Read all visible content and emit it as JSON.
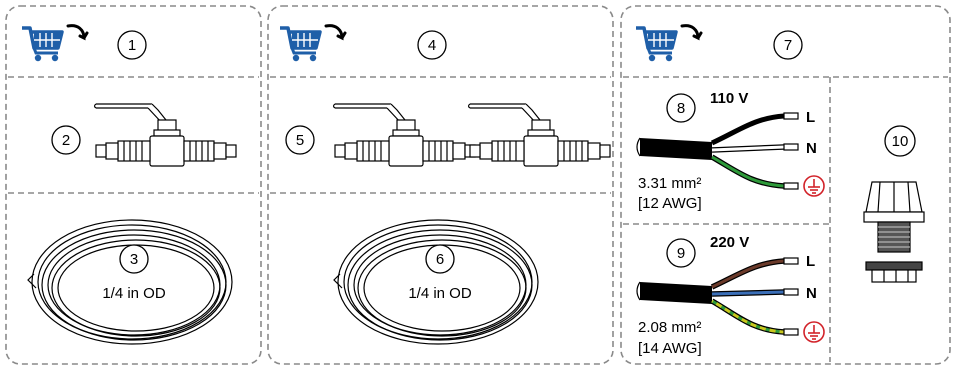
{
  "kits": [
    {
      "callout": "1",
      "items": [
        {
          "callout": "2"
        },
        {
          "callout": "3",
          "label": "1/4 in OD"
        }
      ]
    },
    {
      "callout": "4",
      "items": [
        {
          "callout": "5"
        },
        {
          "callout": "6",
          "label": "1/4 in OD"
        }
      ]
    },
    {
      "callout": "7"
    }
  ],
  "cable_110": {
    "callout": "8",
    "voltage": "110 V",
    "size_line1": "3.31 mm²",
    "size_line2": "[12 AWG]",
    "term_l": "L",
    "term_n": "N"
  },
  "cable_220": {
    "callout": "9",
    "voltage": "220 V",
    "size_line1": "2.08 mm²",
    "size_line2": "[14 AWG]",
    "term_l": "L",
    "term_n": "N"
  },
  "gland": {
    "callout": "10"
  },
  "colors": {
    "cart_blue": "#1f5fa8",
    "ground_red": "#d2232a",
    "wire_green": "#2e9a3a",
    "wire_brown": "#6b3a2a",
    "wire_blue": "#3b6fb8",
    "wire_yellow": "#c8c81e",
    "dash_gray": "#8a8a8a"
  },
  "icons": [
    "shopping-cart-icon",
    "ball-valve-icon",
    "tubing-coil-icon",
    "ground-symbol-icon",
    "cable-gland-icon"
  ]
}
